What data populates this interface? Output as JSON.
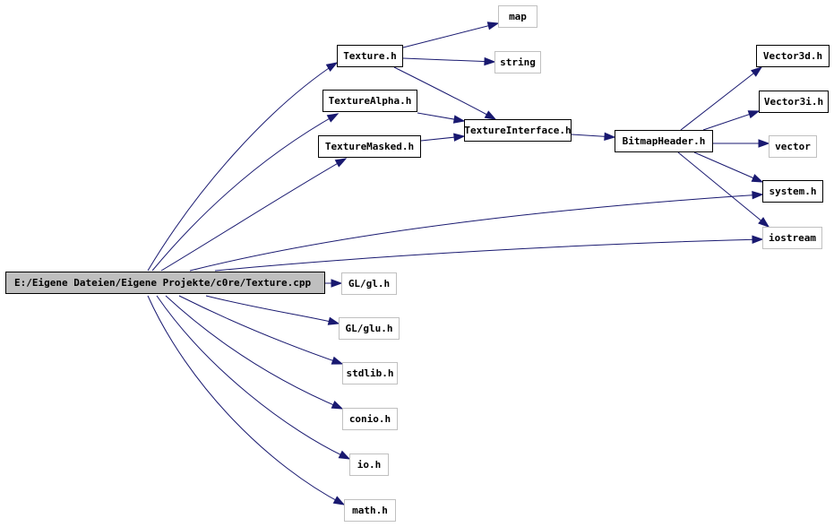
{
  "graph": {
    "root": "E:/Eigene Dateien/Eigene Projekte/c0re/Texture.cpp",
    "nodes": {
      "texture_h": "Texture.h",
      "texturealpha_h": "TextureAlpha.h",
      "texturemasked_h": "TextureMasked.h",
      "map": "map",
      "string": "string",
      "textureinterface_h": "TextureInterface.h",
      "bitmapheader_h": "BitmapHeader.h",
      "vector3d_h": "Vector3d.h",
      "vector3i_h": "Vector3i.h",
      "vector": "vector",
      "system_h": "system.h",
      "iostream": "iostream",
      "gl_gl_h": "GL/gl.h",
      "gl_glu_h": "GL/glu.h",
      "stdlib_h": "stdlib.h",
      "conio_h": "conio.h",
      "io_h": "io.h",
      "math_h": "math.h"
    },
    "edge_color": "#191970"
  }
}
